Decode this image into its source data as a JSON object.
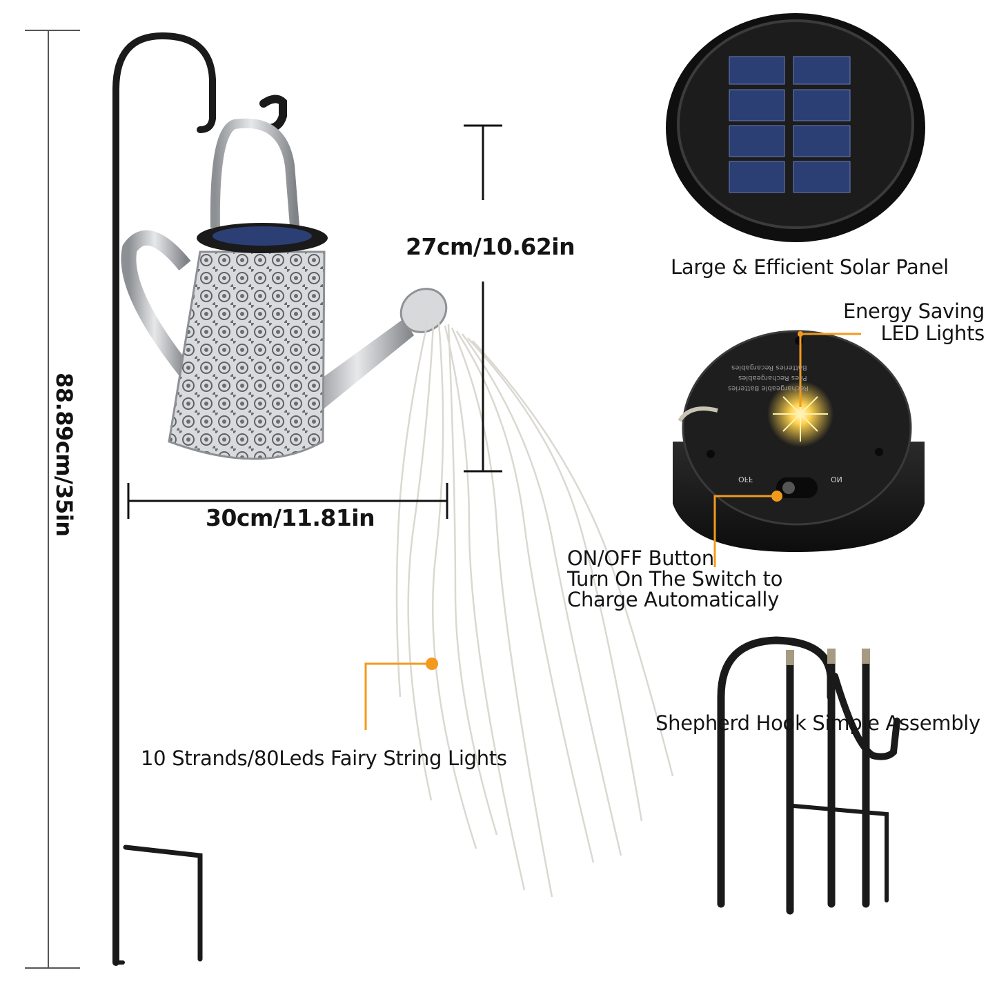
{
  "dimensions": {
    "height": "88.89cm/35in",
    "can_height": "27cm/10.62in",
    "width": "30cm/11.81in"
  },
  "features": {
    "solar_panel": "Large & Efficient Solar Panel",
    "led_lights_line1": "Energy Saving",
    "led_lights_line2": "LED Lights",
    "button_line1": "ON/OFF Button",
    "button_line2": "Turn On The Switch to",
    "button_line3": "Charge Automatically",
    "string_lights": "10 Strands/80Leds Fairy String Lights",
    "assembly": "Shepherd Hook Simple Assembly"
  },
  "base_markings": {
    "off": "OFF",
    "on": "ON",
    "battery_1": "Rechargeable Batteries",
    "battery_2": "Piles Rechargeables",
    "battery_3": "Batteries Recargables"
  },
  "colors": {
    "accent": "#f39a1e",
    "hook": "#1a1a1a",
    "metal": "#b9bcbf",
    "panel": "#2c3f74"
  }
}
